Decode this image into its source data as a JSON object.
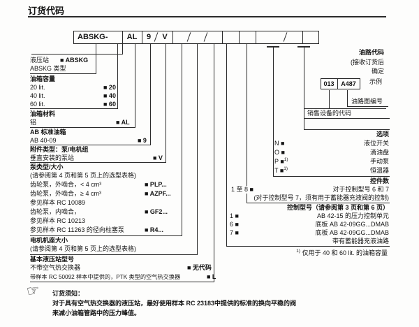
{
  "title": "订货代码",
  "code_box": {
    "segments": [
      "ABSKG-",
      "AL",
      "9",
      "V"
    ]
  },
  "left_blocks": [
    {
      "rows": [
        {
          "label": "液压站",
          "value": "■ ABSKG"
        },
        {
          "label": "ABSKG 类型",
          "value": ""
        }
      ]
    },
    {
      "heading": "油箱容量",
      "rows": [
        {
          "label": "20 lit.",
          "value": "■ 20"
        },
        {
          "label": "40 lit.",
          "value": "■ 40"
        },
        {
          "label": "60 lit.",
          "value": "■ 60"
        }
      ]
    },
    {
      "heading": "油箱材料",
      "rows": [
        {
          "label": "铝",
          "value": "■ AL"
        }
      ]
    },
    {
      "heading": "AB 标准油箱",
      "rows": [
        {
          "label": "AB 40-09",
          "value": "■ 9"
        }
      ]
    },
    {
      "heading": "附件类型：泵/电机组",
      "rows": [
        {
          "label": "垂直安装的泵站",
          "value": "■ V"
        }
      ]
    },
    {
      "heading": "泵类型/大小",
      "subheading": "(请参阅第 4 页和第 5 页上的选型表格)",
      "rows": [
        {
          "label": "齿轮泵，外啮合，< 4 cm³",
          "value": "■ PLP..."
        },
        {
          "label": "齿轮泵，外啮合，≥ 4 cm³",
          "value": "■ AZPF..."
        },
        {
          "label": "参见样本 RC 10089",
          "value": ""
        },
        {
          "label": "齿轮泵，内啮合，",
          "value": "■ GF2..."
        },
        {
          "label": "参见样本 RC 10213",
          "value": ""
        },
        {
          "label": "参见样本 RC 11263 的径向柱塞泵",
          "value": "■ R4..."
        }
      ]
    },
    {
      "heading": "电机机座大小",
      "subheading": "(请参阅第 4 页和第 5 页上的选型表格)"
    },
    {
      "heading": "基本液压站型号",
      "rows": [
        {
          "label": "不带空气热交换器",
          "value": "■ 无代码"
        },
        {
          "label": "带样本 RC 50092 样本中提供的，PTK 类型的空气热交换器",
          "value": "■ L"
        }
      ]
    }
  ],
  "circuit_code": {
    "title": "油路代码",
    "line1": "(接收订货后",
    "line2": "确定",
    "example_label": "示例",
    "example_sales_code": "013",
    "example_circuit_no": "A487",
    "circuit_diagram_label": "油路图编号",
    "sales_device_label": "销售设备的代码"
  },
  "options": {
    "title": "选项",
    "rows": [
      {
        "code": "N ■",
        "sup": "",
        "label": "液位开关"
      },
      {
        "code": "O ■",
        "sup": "",
        "label": "滴油盘"
      },
      {
        "code": "P ■",
        "sup": "1)",
        "label": "手动泵"
      },
      {
        "code": "T ■",
        "sup": "1)",
        "label": "恒温器"
      }
    ]
  },
  "controls_count": {
    "title": "控件数",
    "code": "1 至 8 ■",
    "line1": "对于控制型号 6 和 7",
    "line2": "(对于控制型号 7，须有用于蓄能器充液阀的控制)"
  },
  "control_type": {
    "title": "控制型号（请参阅第 3 页和第 6 页）",
    "rows": [
      {
        "code": "1 ■",
        "label": "AB 42-15 的压力控制单元"
      },
      {
        "code": "6 ■",
        "label": "底板 AB 42-09GG...DMAB"
      },
      {
        "code": "7 ■",
        "label": "底板 AB 42-09GG...DMAB"
      },
      {
        "code": "",
        "label": "带有蓄能器充液油路"
      }
    ],
    "footnote_sup": "1)",
    "footnote": " 仅用于 40 和 60 lit. 的油箱容量"
  },
  "note": {
    "icon_glyph": "☞",
    "title": "订货须知：",
    "line1": "对于具有空气热交换器的液压站，最好使用样本 RC 23183中提供的标准的换向平稳的阀",
    "line2": "来减小油箱管路中的压力峰值。"
  }
}
